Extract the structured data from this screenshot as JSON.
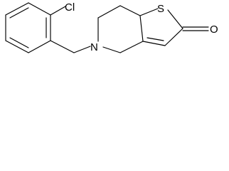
{
  "atoms": {
    "chlorine": "Cl",
    "nitrogen": "N",
    "sulfur": "S",
    "oxygen": "O"
  },
  "colors": {
    "bond": "#000000",
    "label": "#000000",
    "background": "#ffffff"
  }
}
